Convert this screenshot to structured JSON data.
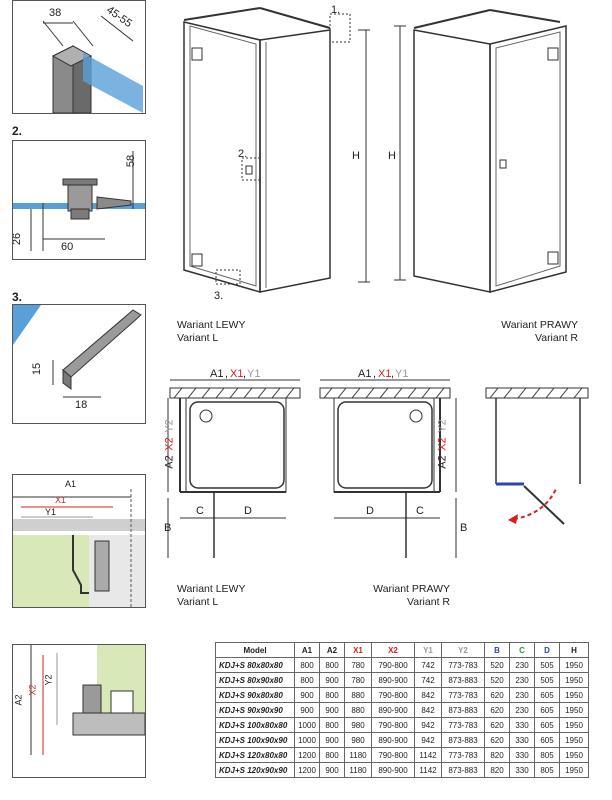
{
  "detail1": {
    "dim_top": "38",
    "dim_angle": "45-55"
  },
  "detail2": {
    "number": "2.",
    "dim_height": "58",
    "dim_base": "26",
    "dim_width": "60"
  },
  "detail3": {
    "number": "3.",
    "dim_height": "15",
    "dim_width": "18"
  },
  "detail_top_section": {
    "a1": "A1",
    "x1": "X1",
    "y1": "Y1"
  },
  "detail_side_section": {
    "a2": "A2",
    "x2": "X2",
    "y2": "Y2"
  },
  "elevation": {
    "callout1": "1.",
    "callout2": "2.",
    "callout3": "3.",
    "height_left": "H",
    "height_right": "H",
    "variant_left_line1": "Wariant LEWY",
    "variant_left_line2": "Variant L",
    "variant_right_line1": "Wariant PRAWY",
    "variant_right_line2": "Variant R"
  },
  "plan": {
    "a1": "A1",
    "x1": "X1",
    "y1": "Y1",
    "sep": ",",
    "a2": "A2",
    "x2": "X2",
    "y2": "Y2",
    "b": "B",
    "c": "C",
    "d": "D",
    "variant_left_line1": "Wariant LEWY",
    "variant_left_line2": "Variant L",
    "variant_right_line1": "Wariant PRAWY",
    "variant_right_line2": "Variant R"
  },
  "colors": {
    "red": "#d42020",
    "grey": "#9a9a9a",
    "blue": "#2e46a8",
    "green": "#2a9a3a",
    "glass": "#5aa0d8",
    "panel_green": "#d8e8b8"
  },
  "table": {
    "headers": [
      "Model",
      "A1",
      "A2",
      "X1",
      "X2",
      "Y1",
      "Y2",
      "B",
      "C",
      "D",
      "H"
    ],
    "rows": [
      [
        "KDJ+S 80x80x80",
        "800",
        "800",
        "780",
        "790-800",
        "742",
        "773-783",
        "520",
        "230",
        "505",
        "1950"
      ],
      [
        "KDJ+S 80x90x80",
        "800",
        "900",
        "780",
        "890-900",
        "742",
        "873-883",
        "520",
        "230",
        "505",
        "1950"
      ],
      [
        "KDJ+S 90x80x80",
        "900",
        "800",
        "880",
        "790-800",
        "842",
        "773-783",
        "620",
        "230",
        "605",
        "1950"
      ],
      [
        "KDJ+S 90x90x90",
        "900",
        "900",
        "880",
        "890-900",
        "842",
        "873-883",
        "620",
        "230",
        "605",
        "1950"
      ],
      [
        "KDJ+S 100x80x80",
        "1000",
        "800",
        "980",
        "790-800",
        "942",
        "773-783",
        "620",
        "330",
        "605",
        "1950"
      ],
      [
        "KDJ+S 100x90x90",
        "1000",
        "900",
        "980",
        "890-900",
        "942",
        "873-883",
        "620",
        "330",
        "605",
        "1950"
      ],
      [
        "KDJ+S 120x80x80",
        "1200",
        "800",
        "1180",
        "790-800",
        "1142",
        "773-783",
        "820",
        "330",
        "805",
        "1950"
      ],
      [
        "KDJ+S 120x90x90",
        "1200",
        "900",
        "1180",
        "890-900",
        "1142",
        "873-883",
        "820",
        "330",
        "805",
        "1950"
      ]
    ]
  }
}
